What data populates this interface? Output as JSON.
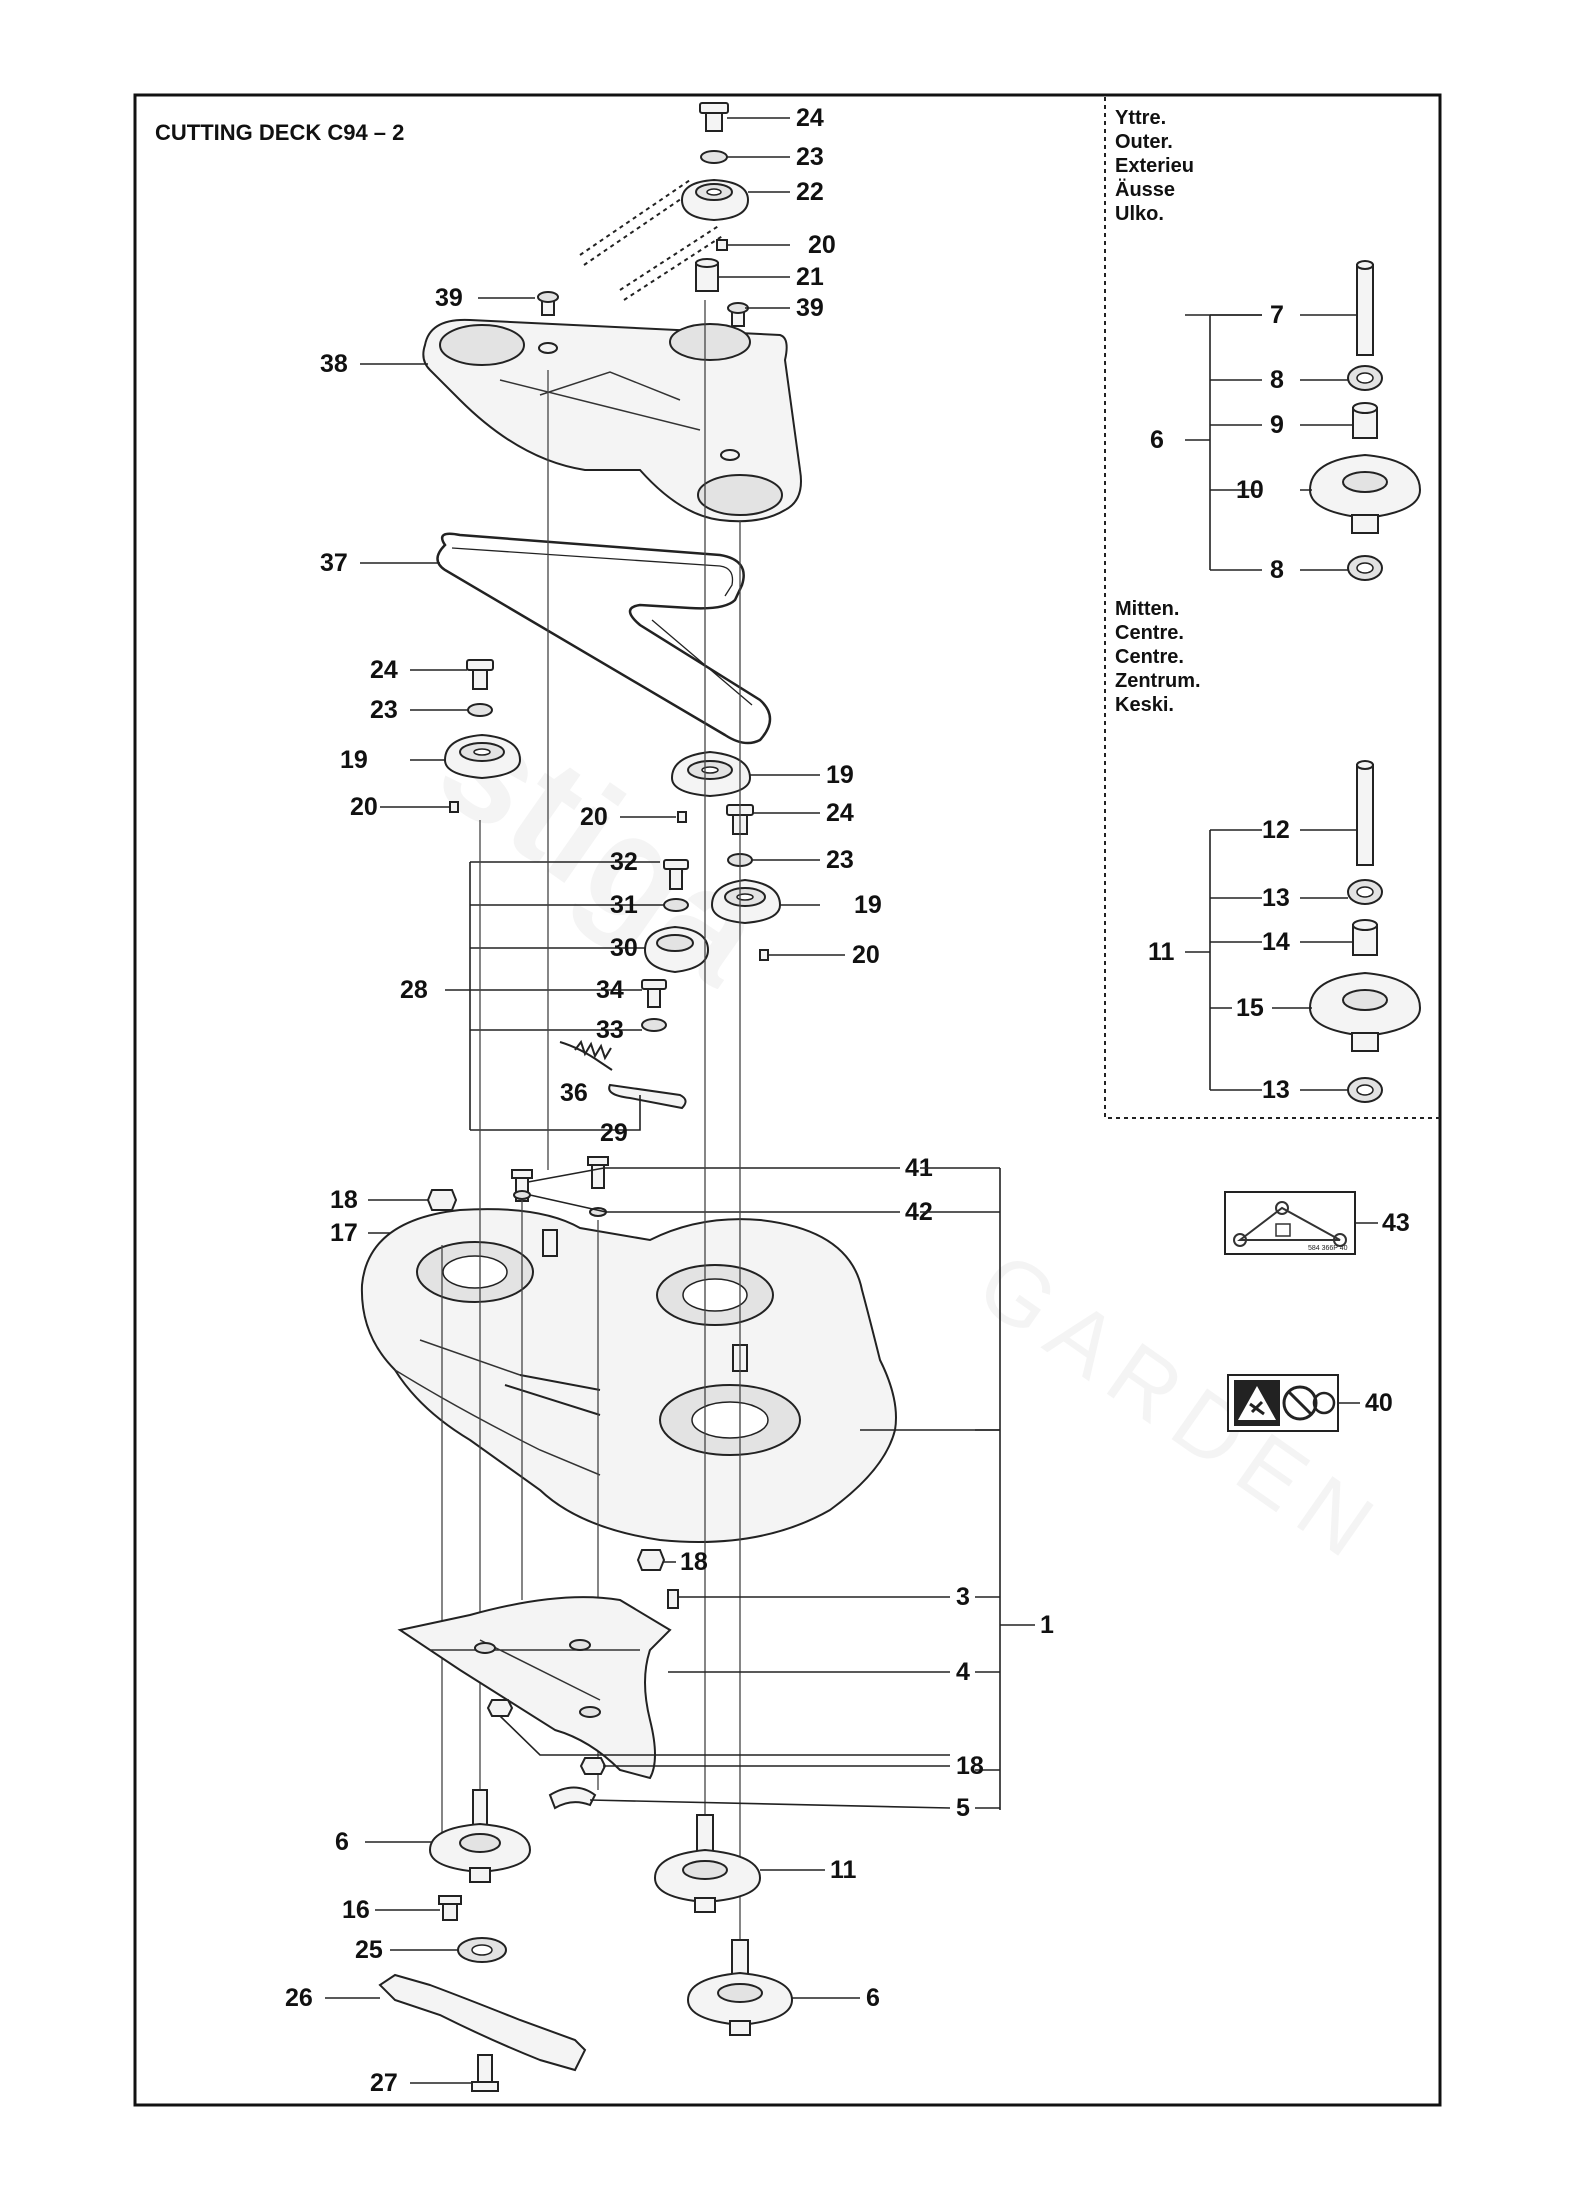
{
  "title": "CUTTING DECK C94 – 2",
  "watermark": {
    "brand": "stiga",
    "sub": "GARDEN"
  },
  "outer_group": {
    "lang_labels": [
      "Yttre.",
      "Outer.",
      "Exterieu",
      "Äusse",
      "Ulko."
    ],
    "assembly_number": "6",
    "sub_parts": [
      "7",
      "8",
      "9",
      "10",
      "8"
    ]
  },
  "centre_group": {
    "lang_labels": [
      "Mitten.",
      "Centre.",
      "Centre.",
      "Zentrum.",
      "Keski."
    ],
    "assembly_number": "11",
    "sub_parts": [
      "12",
      "13",
      "14",
      "15",
      "13"
    ]
  },
  "callouts": {
    "c24a": "24",
    "c23a": "23",
    "c22": "22",
    "c20a": "20",
    "c21": "21",
    "c39a": "39",
    "c39b": "39",
    "c38": "38",
    "c37": "37",
    "c24b": "24",
    "c23b": "23",
    "c19a": "19",
    "c20b": "20",
    "c19b": "19",
    "c20c": "20",
    "c24c": "24",
    "c23c": "23",
    "c19c": "19",
    "c20d": "20",
    "c32": "32",
    "c31": "31",
    "c30": "30",
    "c28": "28",
    "c34": "34",
    "c33": "33",
    "c36": "36",
    "c29": "29",
    "c18a": "18",
    "c17": "17",
    "c41": "41",
    "c42": "42",
    "c43": "43",
    "c40": "40",
    "c18b": "18",
    "c3": "3",
    "c1": "1",
    "c4": "4",
    "c18c": "18",
    "c5": "5",
    "c6a": "6",
    "c11": "11",
    "c16": "16",
    "c25": "25",
    "c26": "26",
    "c27": "27",
    "c6b": "6"
  },
  "decals": {
    "belt_decal_code": "584 366P 40"
  }
}
